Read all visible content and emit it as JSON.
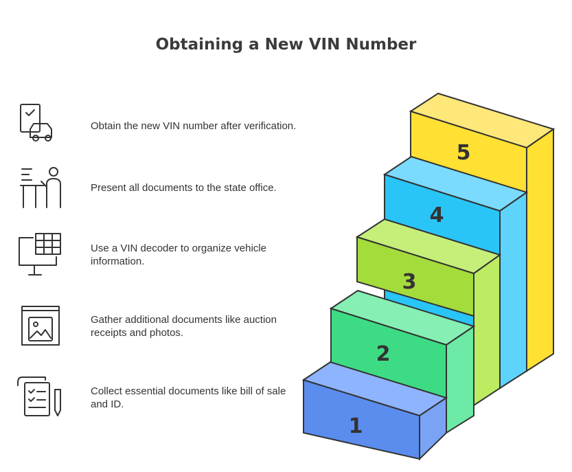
{
  "title": "Obtaining a New VIN Number",
  "steps": [
    {
      "number": "1",
      "text": "Collect essential documents like bill of sale and ID.",
      "icon": "documents-pen-icon",
      "color": "#5B8DEF"
    },
    {
      "number": "2",
      "text": "Gather additional documents like auction receipts and photos.",
      "icon": "photo-book-icon",
      "color": "#3DDC84"
    },
    {
      "number": "3",
      "text": "Use a VIN decoder to organize vehicle information.",
      "icon": "computer-table-icon",
      "color": "#A4DC3C"
    },
    {
      "number": "4",
      "text": "Present all documents to the state office.",
      "icon": "clerk-desk-icon",
      "color": "#29C5F6"
    },
    {
      "number": "5",
      "text": "Obtain the new VIN number after verification.",
      "icon": "checklist-car-icon",
      "color": "#FFE033"
    }
  ]
}
